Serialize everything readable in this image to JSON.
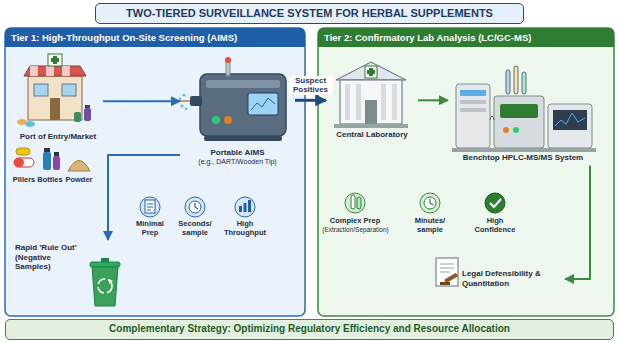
{
  "diagram": {
    "title": "TWO-TIERED SURVEILLANCE SYSTEM FOR HERBAL SUPPLEMENTS",
    "caption": "Complementary Strategy: Optimizing Regulatory Efficiency and Resource Allocation",
    "nodes": [
      {
        "text": [
          "Tier 1: High-Throughput On-Site Screening (AIMS)"
        ]
      },
      {
        "text": [
          "Tier 2: Confirmatory Lab Analysis (LC/GC-MS)"
        ]
      },
      {
        "text": [
          "Port of Entry/Market"
        ],
        "in": 0
      },
      {
        "text": [
          "Portable AIMS",
          "(e.g., DART/Wooden Tip)"
        ],
        "in": 0
      },
      {
        "text": [
          "Rapid 'Rule Out' (Negative Samples)"
        ],
        "in": 0
      },
      {
        "text": [
          "Central Laboratory"
        ],
        "in": 1
      },
      {
        "text": [
          "Benchtop HPLC-MS/MS System"
        ],
        "in": 1
      },
      {
        "text": [
          "Legal Defensibility & Quantitation"
        ],
        "in": 1
      }
    ],
    "edges": [
      {
        "from": 2,
        "to": 3,
        "arrow": "to"
      },
      {
        "from": 3,
        "to": 4,
        "arrow": "to"
      },
      {
        "from": 3,
        "to": 5,
        "label": "Suspect Positives",
        "arrow": "to"
      },
      {
        "from": 5,
        "to": 6,
        "arrow": "to"
      },
      {
        "from": 6,
        "to": 7,
        "arrow": "to"
      }
    ],
    "labels": [
      "Pillers",
      "Bottles",
      "Powder",
      "Minimal Prep",
      "Seconds/ sample",
      "High Throughput",
      "Complex Prep",
      "(Extraction/Separation)",
      "Minutes/ sample",
      "High Confidence"
    ]
  }
}
